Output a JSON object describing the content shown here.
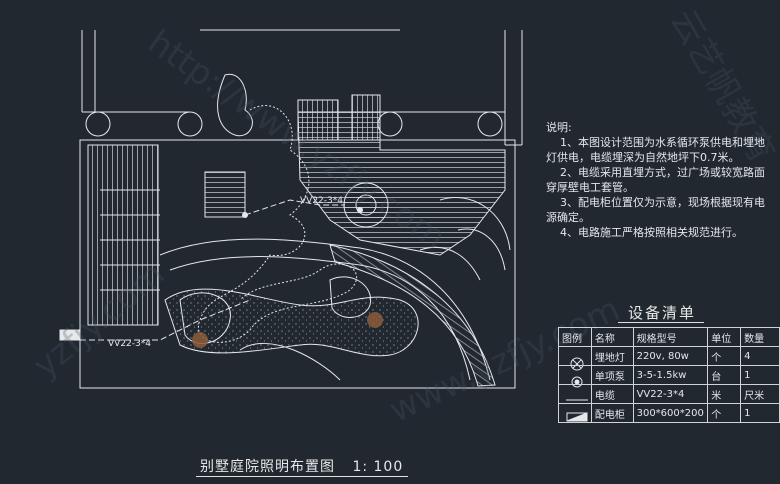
{
  "drawing_title": "别墅庭院照明布置图",
  "drawing_scale": "1: 100",
  "cable_labels": [
    "VV22-3*4",
    "VV22-3*4"
  ],
  "notes": {
    "heading": "说明:",
    "items": [
      "1、本图设计范围为水系循环泵供电和埋地",
      "灯供电，电缆埋深为自然地坪下0.7米。",
      "2、电缆采用直埋方式，过广场或较宽路面",
      "穿厚壁电工套管。",
      "3、配电柜位置仅为示意，现场根据现有电",
      "源确定。",
      "4、电路施工严格按照相关规范进行。"
    ]
  },
  "equipment": {
    "title": "设备清单",
    "headers": [
      "图例",
      "名称",
      "规格型号",
      "单位",
      "数量"
    ],
    "rows": [
      {
        "symbol": "buried-lamp",
        "name": "埋地灯",
        "spec": "220v, 80w",
        "unit": "个",
        "qty": "4"
      },
      {
        "symbol": "pump",
        "name": "单项泵",
        "spec": "3-5-1.5kw",
        "unit": "台",
        "qty": "1"
      },
      {
        "symbol": "cable",
        "name": "电缆",
        "spec": "VV22-3*4",
        "unit": "米",
        "qty": "尺米"
      },
      {
        "symbol": "distribution-box",
        "name": "配电柜",
        "spec": "300*600*200",
        "unit": "个",
        "qty": "1"
      }
    ]
  },
  "watermarks": [
    "http://www.yzfjy.com",
    "云艺帆教育",
    "www.yzfjy.com",
    "yzfjy.com"
  ],
  "colors": {
    "background": "#212830",
    "line": "#e6e8ea",
    "accent_lamp": "#8a5a3a"
  }
}
